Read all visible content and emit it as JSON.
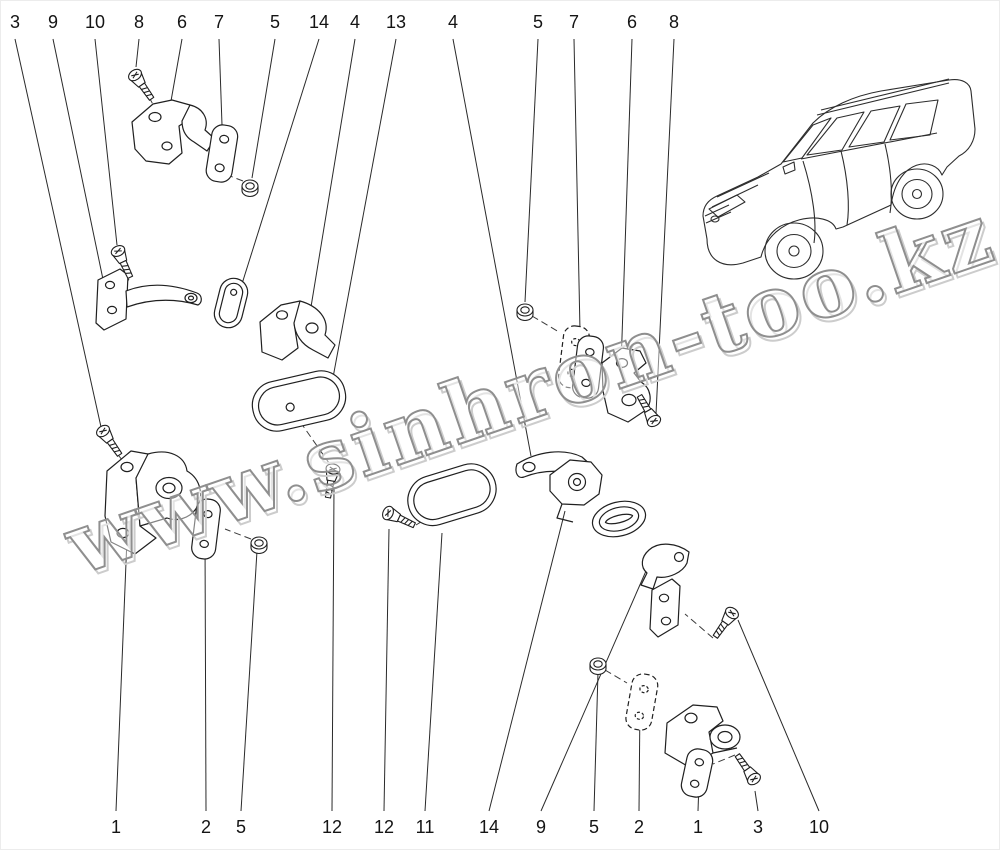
{
  "colors": {
    "line": "#202020",
    "watermark": "#8f8f8f",
    "background": "#ffffff"
  },
  "diagram": {
    "watermark": "www.sinhron-too.kz",
    "callouts_top": [
      "3",
      "9",
      "10",
      "8",
      "6",
      "7",
      "5",
      "14",
      "4",
      "13",
      "4",
      "5",
      "7",
      "6",
      "8"
    ],
    "callouts_bottom": [
      "1",
      "2",
      "5",
      "12",
      "12",
      "11",
      "14",
      "9",
      "5",
      "2",
      "1",
      "3",
      "10"
    ]
  }
}
